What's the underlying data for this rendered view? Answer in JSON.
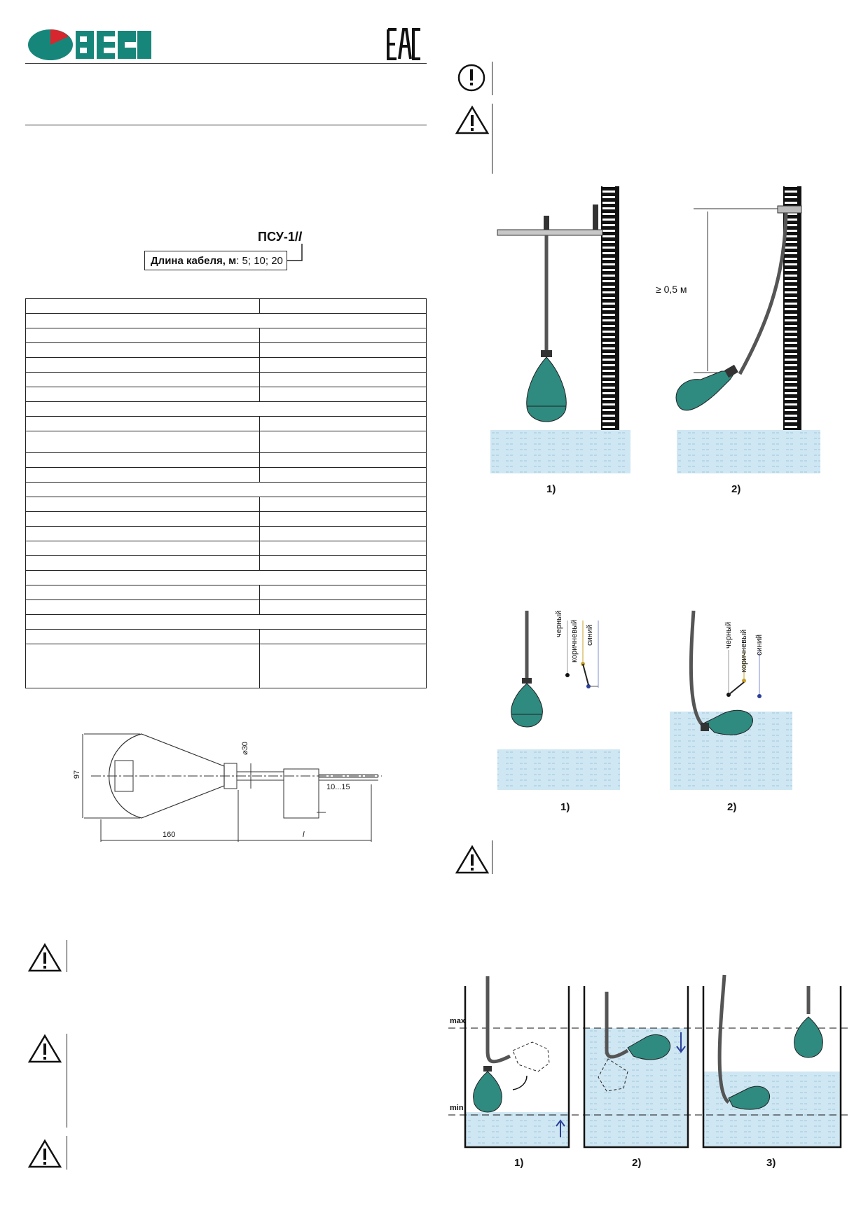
{
  "header": {
    "logo_text": "ОВЕН",
    "cert_mark": "ЕАС"
  },
  "ordering": {
    "code": "ПСУ-1/",
    "code_suffix": "l",
    "cable_label": "Длина кабеля, м",
    "cable_values": ": 5; 10; 20"
  },
  "spec_table": {
    "rows": [
      "split",
      "full",
      "split",
      "split",
      "split",
      "split",
      "split",
      "full",
      "split",
      "split-tall",
      "split",
      "split",
      "full",
      "split",
      "split",
      "split",
      "split",
      "split",
      "full",
      "split",
      "split",
      "full",
      "split",
      "split-xtall"
    ]
  },
  "drawing": {
    "height": "97",
    "diameter": "⌀30",
    "length": "160",
    "strip": "10...15",
    "cable": "l"
  },
  "mounting": {
    "label_1": "1)",
    "label_2": "2)",
    "distance": "≥ 0,5 м"
  },
  "wiring": {
    "wire_black": "черный",
    "wire_brown": "коричневый",
    "wire_blue": "синий",
    "label_1": "1)",
    "label_2": "2)"
  },
  "levels": {
    "max": "max",
    "min": "min",
    "label_1": "1)",
    "label_2": "2)",
    "label_3": "3)"
  },
  "colors": {
    "float": "#2f8a80",
    "water": "#cfe7f3",
    "logo_green": "#17867a",
    "logo_red": "#d7262e",
    "arrow_blue": "#2b3f9a"
  }
}
